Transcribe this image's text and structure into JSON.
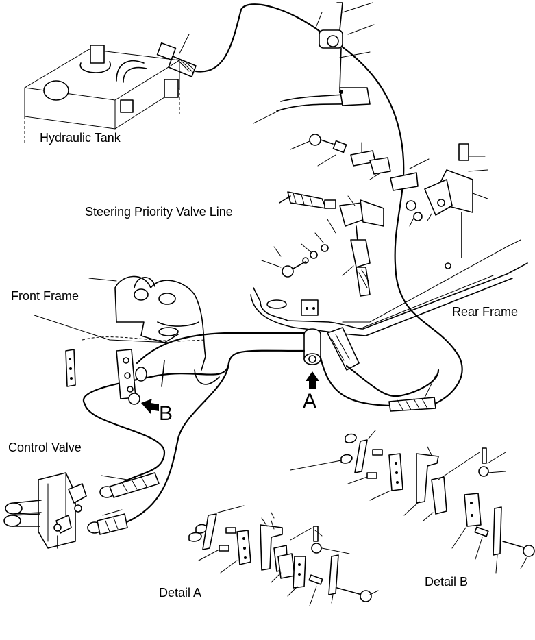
{
  "labels": {
    "hydraulic_tank": "Hydraulic Tank",
    "steering_priority_valve_line": "Steering Priority Valve Line",
    "front_frame": "Front Frame",
    "rear_frame": "Rear Frame",
    "control_valve": "Control Valve",
    "view_a": "A",
    "view_b": "B",
    "detail_a": "Detail A",
    "detail_b": "Detail B"
  }
}
